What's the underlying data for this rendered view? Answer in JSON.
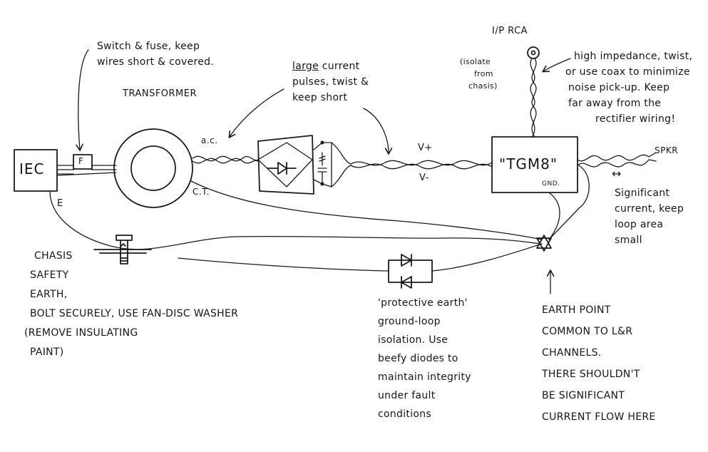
{
  "components": {
    "iec": "IEC",
    "fuse": "F",
    "transformer": "TRANSFORMER",
    "ac": "a.c.",
    "ct": "C.T.",
    "earth_tag": "E",
    "v_plus": "V+",
    "v_minus": "V-",
    "amp": "\"TGM8\"",
    "gnd": "GND.",
    "spkr": "SPKR",
    "input": "I/P  RCA",
    "arrow_symbol": "↔"
  },
  "notes": {
    "switch_fuse": [
      "Switch & fuse, keep",
      "wires short & covered."
    ],
    "large_current": {
      "word": "large",
      "rest": "current",
      "lines": [
        "pulses, twist &",
        "keep short"
      ]
    },
    "isolate": [
      "(isolate",
      "from",
      "chasis)"
    ],
    "high_impedance": [
      "high impedance, twist,",
      "or use coax to minimize",
      "noise pick-up. Keep",
      "far away from the",
      "rectifier wiring!"
    ],
    "significant_current": [
      "Significant",
      "current, keep",
      "loop area",
      "small"
    ],
    "chassis_earth": [
      "CHASIS",
      "SAFETY",
      "EARTH,",
      "BOLT SECURELY, USE FAN-DISC WASHER",
      "(REMOVE INSULATING",
      "PAINT)"
    ],
    "protective_earth": [
      "'protective earth'",
      "ground-loop",
      "isolation. Use",
      "beefy diodes to",
      "maintain integrity",
      "under fault",
      "conditions"
    ],
    "earth_point": [
      "EARTH POINT",
      "COMMON TO L&R",
      "CHANNELS.",
      "THERE SHOULDN'T",
      "BE SIGNIFICANT",
      "CURRENT FLOW HERE"
    ]
  }
}
